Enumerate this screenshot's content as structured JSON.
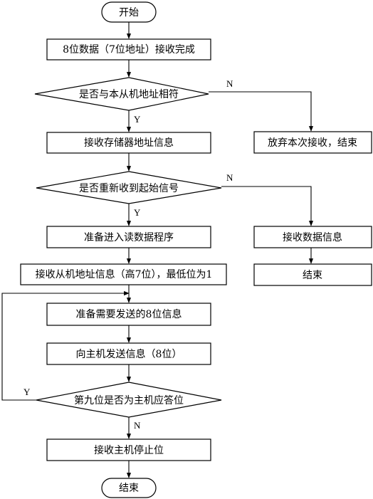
{
  "flowchart": {
    "start": "开始",
    "step_receive_8bit": "8位数据（7位地址）接收完成",
    "decision_address_match": "是否与本从机地址相符",
    "step_receive_memory_address": "接收存储器地址信息",
    "step_abandon": "放弃本次接收，结束",
    "decision_restart": "是否重新收到起始信号",
    "step_prepare_read": "准备进入读数据程序",
    "step_receive_data": "接收数据信息",
    "step_receive_slave_address": "接收从机地址信息（高7位），最低位为1",
    "end_right": "结束",
    "step_prepare_send": "准备需要发送的8位信息",
    "step_send_to_master": "向主机发送信息（8位）",
    "decision_ninth_bit": "第九位是否为主机应答位",
    "step_receive_stop": "接收主机停止位",
    "end": "结束"
  },
  "labels": {
    "yes": "Y",
    "no": "N"
  }
}
